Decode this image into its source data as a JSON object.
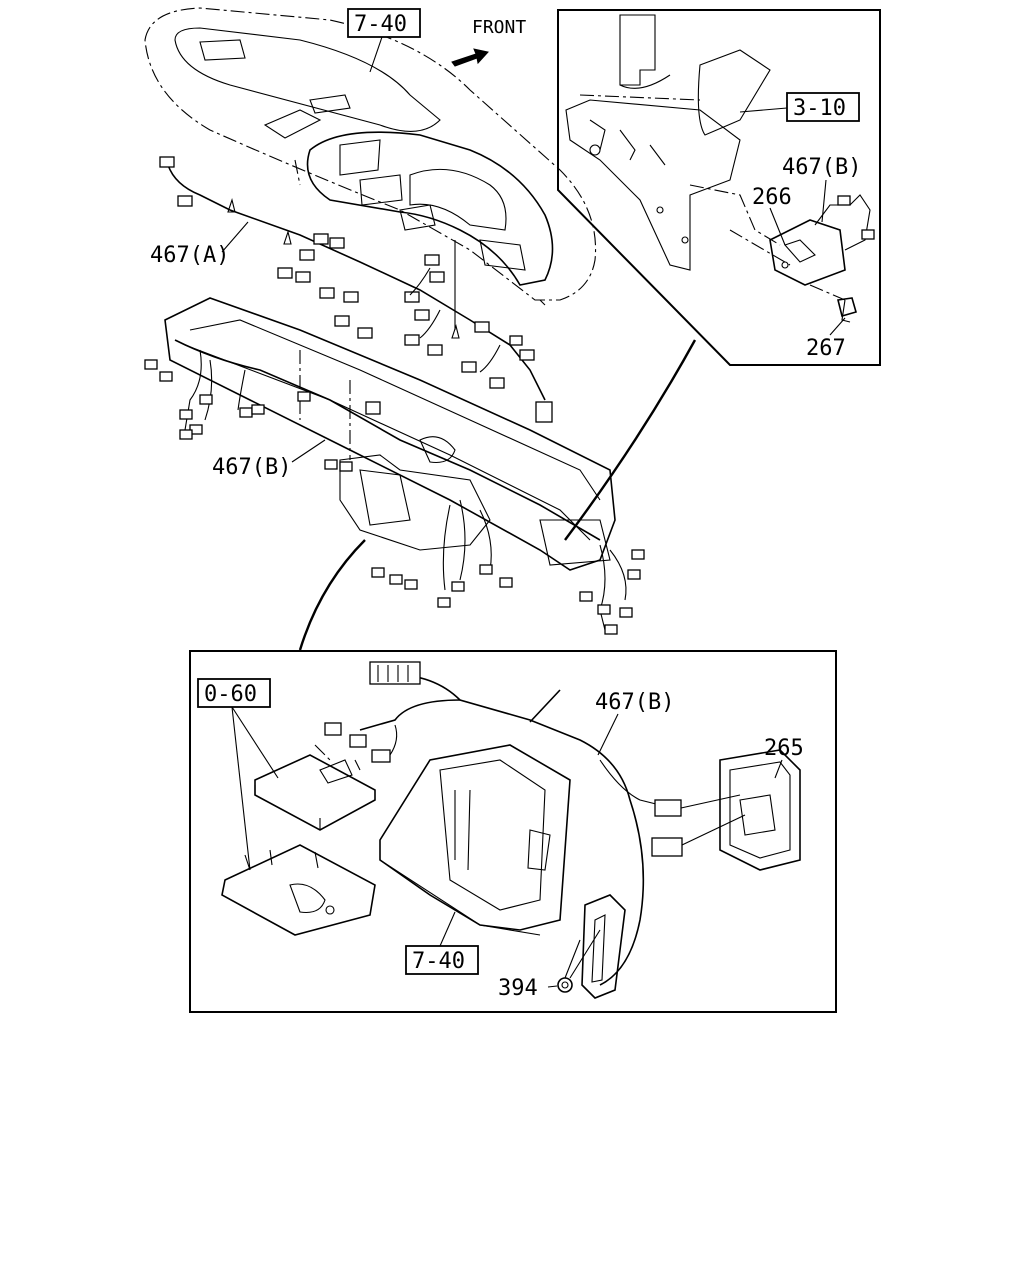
{
  "labels": {
    "ref_7_40_top": "7-40",
    "front": "FRONT",
    "ref_3_10": "3-10",
    "part_467a": "467(A)",
    "part_467b_left": "467(B)",
    "part_467b_inset": "467(B)",
    "part_266": "266",
    "part_267": "267",
    "ref_0_60": "0-60",
    "part_467b_bottom": "467(B)",
    "part_265": "265",
    "ref_7_40_bottom": "7-40",
    "part_394": "394"
  }
}
